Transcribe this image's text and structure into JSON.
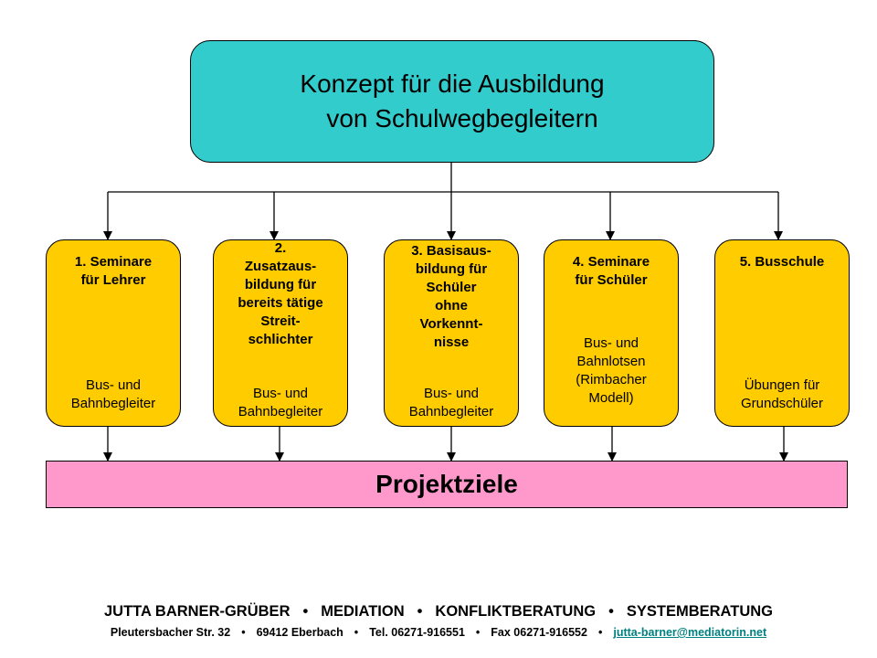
{
  "title": {
    "line1": "Konzept für die Ausbildung",
    "line2": "von Schulwegbegleitern"
  },
  "boxes": [
    {
      "head": "1. Seminare\nfür Lehrer",
      "sub": "Bus- und\nBahnbegleiter"
    },
    {
      "head": "2.\nZusatzaus-\nbildung für\nbereits tätige\nStreit-\nschlichter",
      "sub": "Bus- und\nBahnbegleiter"
    },
    {
      "head": "3. Basisaus-\nbildung für\nSchüler\nohne\nVorkennt-\nnisse",
      "sub": "Bus- und\nBahnbegleiter"
    },
    {
      "head": "4. Seminare\nfür Schüler",
      "sub": "Bus- und\nBahnlotsen\n(Rimbacher\nModell)"
    },
    {
      "head": "5. Busschule",
      "sub": "Übungen für\nGrundschüler"
    }
  ],
  "goals": "Projektziele",
  "footer": {
    "items": [
      "JUTTA BARNER-GRÜBER",
      "MEDIATION",
      "KONFLIKTBERATUNG",
      "SYSTEMBERATUNG"
    ],
    "address": [
      "Pleutersbacher Str. 32",
      "69412 Eberbach",
      "Tel. 06271-916551",
      "Fax 06271-916552"
    ],
    "email": "jutta-barner@mediatorin.net"
  },
  "colors": {
    "title_fill": "#33cccc",
    "box_fill": "#ffcc00",
    "goals_fill": "#ff99cc",
    "link": "#008080"
  }
}
